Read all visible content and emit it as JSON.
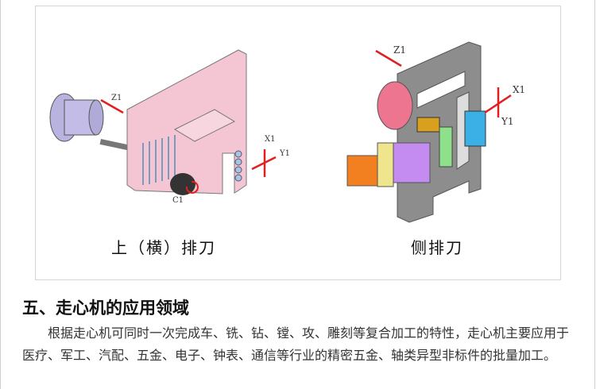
{
  "figure": {
    "left": {
      "caption": "上（横）排刀",
      "axes": {
        "z": "Z1",
        "x": "X1",
        "y": "Y1",
        "c": "C1"
      }
    },
    "right": {
      "caption": "侧排刀",
      "axes": {
        "z": "Z1",
        "x": "X1",
        "y": "Y1"
      }
    }
  },
  "section": {
    "heading": "五、走心机的应用领域",
    "paragraph": "根据走心机可同时一次完成车、铣、钻、镗、攻、雕刻等复合加工的特性，走心机主要应用于医疗、军工、汽配、五金、电子、钟表、通信等行业的精密五金、轴类异型非标件的批量加工。"
  }
}
